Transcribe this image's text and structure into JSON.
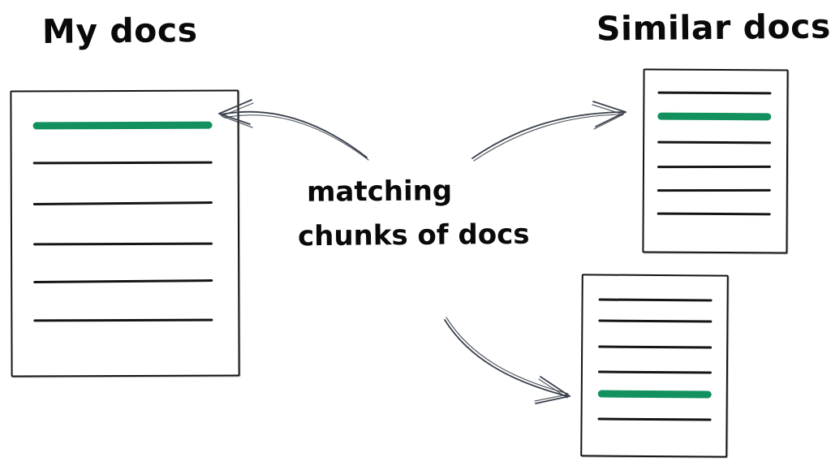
{
  "diagram": {
    "left_title": "My docs",
    "right_title": "Similar docs",
    "center_label": {
      "line1": "matching",
      "line2": "chunks of docs"
    },
    "colors": {
      "ink": "#141414",
      "highlight_green": "#12915f",
      "arrow": "#3a414c"
    },
    "documents": [
      {
        "id": "doc-my",
        "role": "source document",
        "lines": [
          "green",
          "black",
          "black",
          "black",
          "black",
          "black"
        ]
      },
      {
        "id": "doc-sim-top",
        "role": "similar document top",
        "lines": [
          "black",
          "green",
          "black",
          "black",
          "black",
          "black"
        ]
      },
      {
        "id": "doc-sim-bottom",
        "role": "similar document bottom",
        "lines": [
          "black",
          "black",
          "black",
          "black",
          "green",
          "black"
        ]
      }
    ],
    "arrows": [
      {
        "id": "arrow-to-my-doc",
        "points_to": "doc-my"
      },
      {
        "id": "arrow-to-sim-top-doc",
        "points_to": "doc-sim-top"
      },
      {
        "id": "arrow-to-sim-bottom-doc",
        "points_to": "doc-sim-bottom"
      }
    ]
  }
}
